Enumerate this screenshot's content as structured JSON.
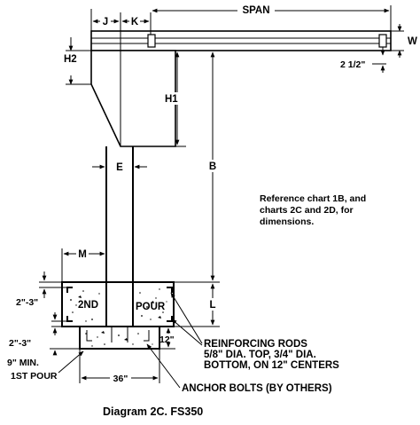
{
  "labels": {
    "span": "SPAN",
    "j": "J",
    "k": "K",
    "w": "W",
    "h2": "H2",
    "two_half": "2 1/2\"",
    "h1": "H1",
    "b": "B",
    "e": "E",
    "m": "M",
    "l": "L",
    "two_three_top": "2\"-3\"",
    "two_three_bottom": "2\"-3\"",
    "second_pour_a": "2ND",
    "second_pour_b": "POUR",
    "nine_min": "9\" MIN.",
    "twelve": "12\"",
    "first_pour": "1ST POUR",
    "thirty_six": "36\""
  },
  "notes": {
    "reference_lines": [
      "Reference chart 1B, and",
      "charts 2C and 2D, for",
      "dimensions."
    ],
    "reinforcing_lines": [
      "REINFORCING RODS",
      "5/8\" DIA. TOP, 3/4\" DIA.",
      "BOTTOM, ON 12\" CENTERS"
    ],
    "anchor_bolts": "ANCHOR BOLTS (BY OTHERS)"
  },
  "caption": "Diagram 2C. FS350"
}
